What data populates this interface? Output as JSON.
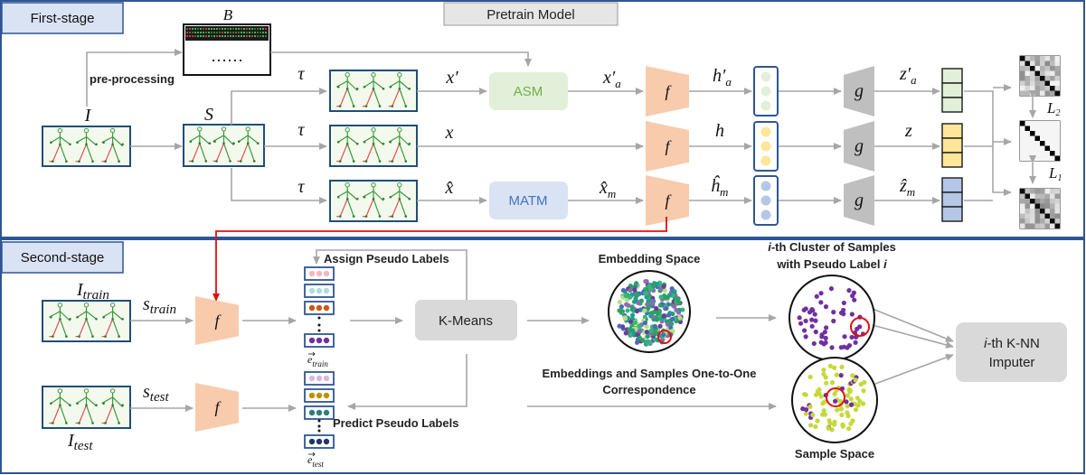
{
  "stages": {
    "first": "First-stage",
    "second": "Second-stage"
  },
  "pretrain_label": "Pretrain Model",
  "preprocessing": "pre-processing",
  "buffer": {
    "name": "B",
    "dots": "……"
  },
  "symbols": {
    "I": "I",
    "S": "S",
    "tau": "τ",
    "x_prime": "x′",
    "x": "x",
    "x_hat": "x̂",
    "xa": "x′",
    "xa_sub": "a",
    "xm": "x̂",
    "xm_sub": "m",
    "ha": "h′",
    "ha_sub": "a",
    "h": "h",
    "hm": "ĥ",
    "hm_sub": "m",
    "za": "z′",
    "za_sub": "a",
    "z": "z",
    "zm": "ẑ",
    "zm_sub": "m",
    "f": "f",
    "g": "g",
    "L2": "L",
    "L2_sub": "2",
    "L1": "L",
    "L1_sub": "1",
    "I_train": "I",
    "I_train_sub": "train",
    "I_test": "I",
    "I_test_sub": "test",
    "s_train": "s",
    "s_train_sub": "train",
    "s_test": "s",
    "s_test_sub": "test",
    "e_train": "e",
    "e_train_sub": "train",
    "e_test": "e",
    "e_test_sub": "test"
  },
  "modules": {
    "asm": "ASM",
    "matm": "MATM",
    "kmeans": "K-Means",
    "knn_line1": "-th K-NN",
    "knn_i": "i",
    "knn_line2": "Imputer"
  },
  "labels": {
    "assign": "Assign Pseudo Labels",
    "predict": "Predict Pseudo Labels",
    "embedding_space": "Embedding Space",
    "cluster_line1_i": "i",
    "cluster_line1": "-th Cluster of Samples",
    "cluster_line2": "with Pseudo Label ",
    "cluster_line2_i": "i",
    "corr_line1": "Embeddings and Samples One-to-One",
    "corr_line2": "Correspondence",
    "sample_space": "Sample Space"
  },
  "colors": {
    "frame": "#2f5597",
    "encoder": "#f8cbad",
    "proj": "#bfbfbf",
    "asm": "#e2f0d9",
    "matm": "#dae3f3",
    "green_vec": "#e2f0d9",
    "yellow_vec": "#ffe699",
    "blue_vec": "#b4c7e7",
    "purple": "#7030a0",
    "lime": "#c5d93b",
    "red": "#e01010"
  }
}
